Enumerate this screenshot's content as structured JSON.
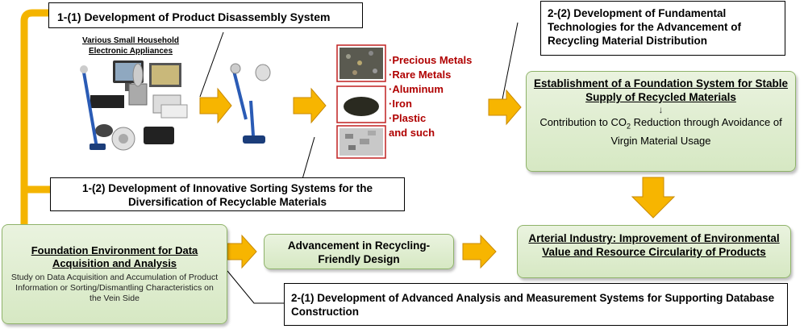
{
  "boxes": {
    "disassembly_title": "1-(1) Development of Product Disassembly System",
    "appliances_caption": "Various Small Household Electronic Appliances",
    "sorting_title": "1-(2) Development of Innovative Sorting Systems for the Diversification of Recyclable Materials",
    "fundamental_title": "2-(2) Development of Fundamental Technologies for the Advancement of Recycling Material Distribution",
    "foundation_system_title": "Establishment of a Foundation System for Stable Supply of Recycled Materials",
    "foundation_arrow": "↓",
    "co2_text_a": "Contribution to CO",
    "co2_sub": "2",
    "co2_text_b": " Reduction through Avoidance of Virgin Material Usage",
    "data_env_title": "Foundation Environment for Data Acquisition  and Analysis",
    "data_env_desc": "Study on Data Acquisition and Accumulation of Product Information or Sorting/Dismantling Characteristics on the Vein Side",
    "design_title": "Advancement in Recycling-Friendly Design",
    "arterial_title": "Arterial Industry: Improvement of Environmental Value and Resource Circularity of Products",
    "analysis_title": "2-(1) Development of Advanced Analysis  and Measurement Systems for Supporting Database Construction"
  },
  "materials": [
    "·Precious Metals",
    "·Rare Metals",
    "·Aluminum",
    "·Iron",
    "·Plastic",
    "and such"
  ],
  "colors": {
    "orange": "#f4b400",
    "arrow_orange": "#f7b500",
    "green_border": "#8fb36a",
    "material_red": "#b00000"
  }
}
